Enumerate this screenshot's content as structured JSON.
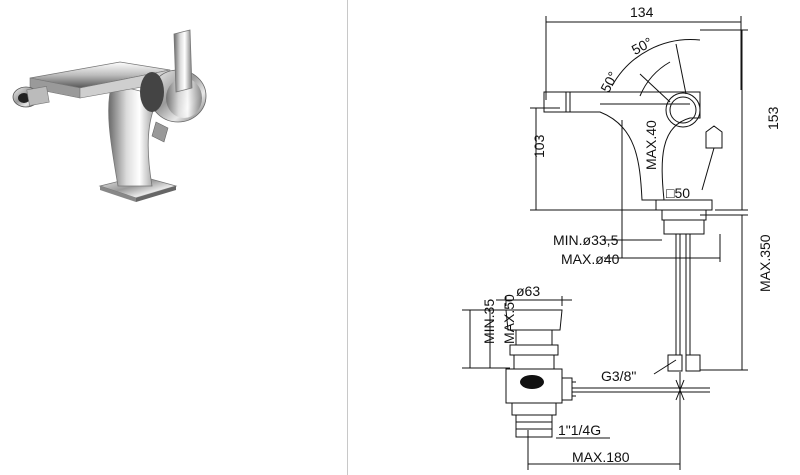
{
  "photo": {
    "alt": "Chrome single-lever bidet mixer"
  },
  "dimensions": {
    "width_top": "134",
    "angle_upper": "50°",
    "angle_left": "50°",
    "height_total": "153",
    "spout_height": "103",
    "deck_max": "MAX.40",
    "base_square": "□50",
    "hole_min": "MIN.ø33,5",
    "hole_max": "MAX.ø40",
    "hose_max": "MAX.350",
    "waste_diameter": "ø63",
    "waste_min": "MIN.35",
    "waste_max": "MAX.50",
    "thread": "G3/8\"",
    "waste_thread": "1\"1/4G",
    "rod_max": "MAX.180"
  }
}
